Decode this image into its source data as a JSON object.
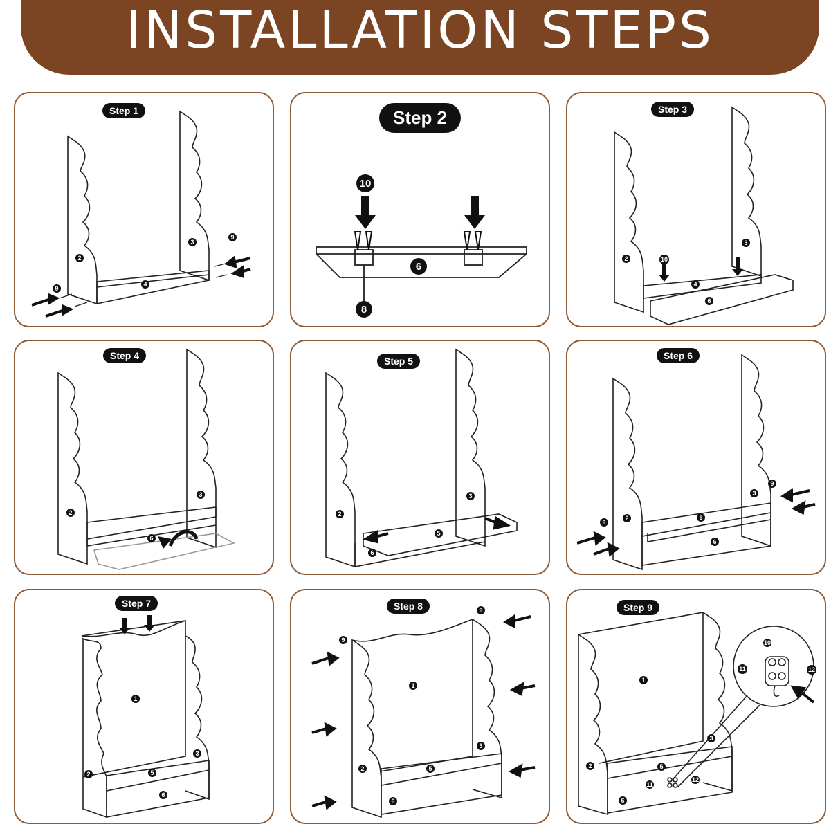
{
  "title": "INSTALLATION STEPS",
  "colors": {
    "banner": "#7b4423",
    "panel_border": "#8b5a36",
    "badge": "#111111"
  },
  "steps": [
    {
      "label": "Step 1",
      "parts": [
        "2",
        "3",
        "4",
        "9",
        "9"
      ]
    },
    {
      "label": "Step 2",
      "parts": [
        "10",
        "6",
        "8"
      ]
    },
    {
      "label": "Step 3",
      "parts": [
        "2",
        "3",
        "4",
        "6",
        "10"
      ]
    },
    {
      "label": "Step 4",
      "parts": [
        "2",
        "3",
        "6"
      ]
    },
    {
      "label": "Step 5",
      "parts": [
        "2",
        "3",
        "5",
        "6"
      ]
    },
    {
      "label": "Step 6",
      "parts": [
        "2",
        "3",
        "5",
        "6",
        "9",
        "9"
      ]
    },
    {
      "label": "Step 7",
      "parts": [
        "1",
        "2",
        "3",
        "5",
        "6"
      ]
    },
    {
      "label": "Step 8",
      "parts": [
        "1",
        "2",
        "3",
        "5",
        "6",
        "9",
        "9"
      ]
    },
    {
      "label": "Step 9",
      "parts": [
        "1",
        "2",
        "3",
        "5",
        "6",
        "10",
        "11",
        "12",
        "11",
        "12"
      ]
    }
  ]
}
